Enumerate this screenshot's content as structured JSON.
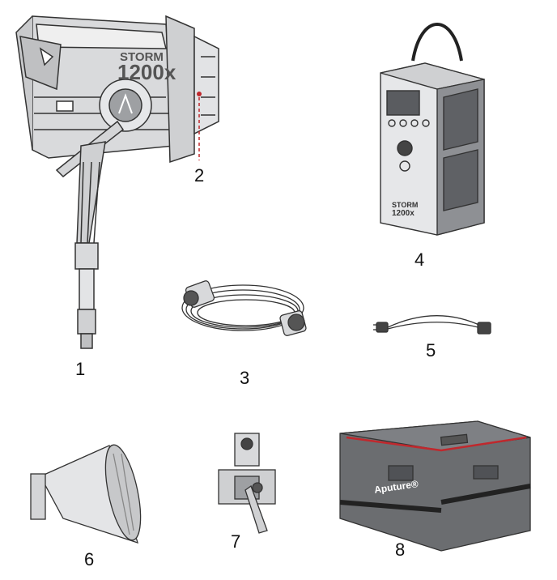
{
  "items": [
    {
      "number": "1",
      "model_text": "STORM",
      "model_num": "1200x"
    },
    {
      "number": "2"
    },
    {
      "number": "3"
    },
    {
      "number": "4",
      "model_text": "STORM",
      "model_num": "1200x"
    },
    {
      "number": "5"
    },
    {
      "number": "6"
    },
    {
      "number": "7"
    },
    {
      "number": "8",
      "brand": "Aputure®"
    }
  ],
  "colors": {
    "outline": "#333333",
    "case_fill": "#6b6d70",
    "case_stripe": "#c0282d",
    "dash": "#c0282d"
  }
}
